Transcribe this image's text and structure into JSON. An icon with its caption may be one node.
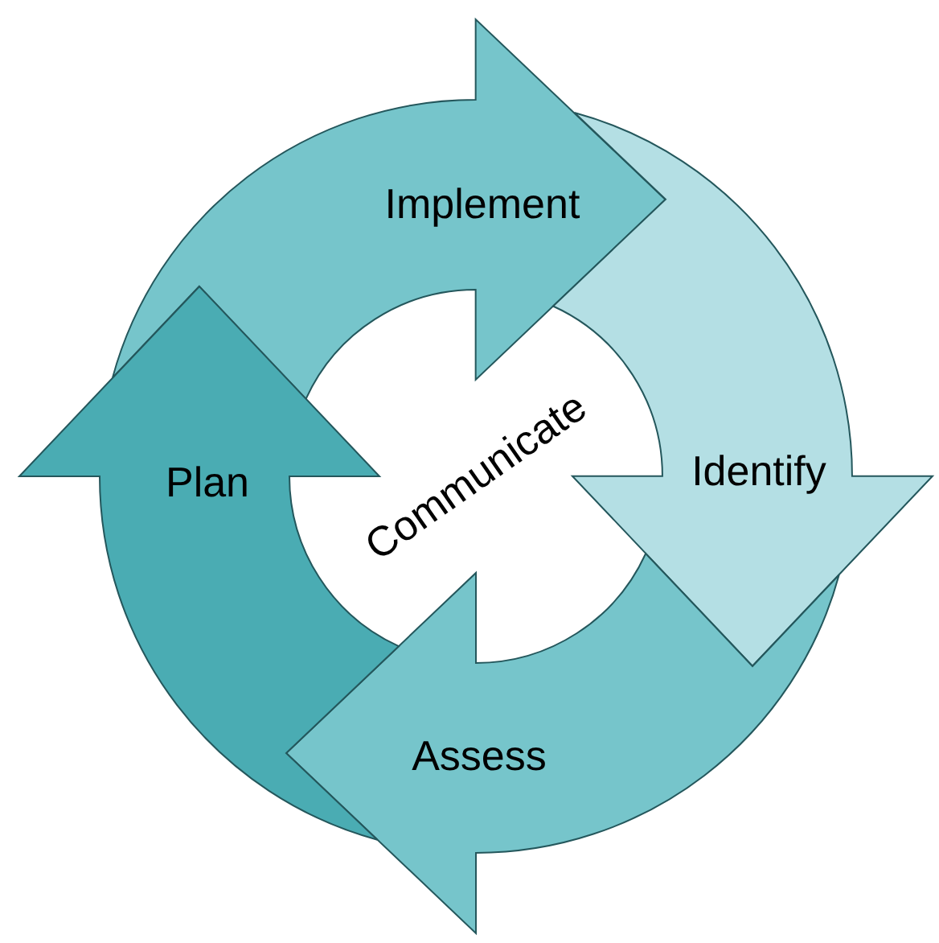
{
  "diagram": {
    "nodes": [
      {
        "text": [
          "Implement"
        ]
      },
      {
        "text": [
          "Identify"
        ]
      },
      {
        "text": [
          "Assess"
        ]
      },
      {
        "text": [
          "Plan"
        ]
      }
    ],
    "labels": [
      "Communicate"
    ]
  }
}
